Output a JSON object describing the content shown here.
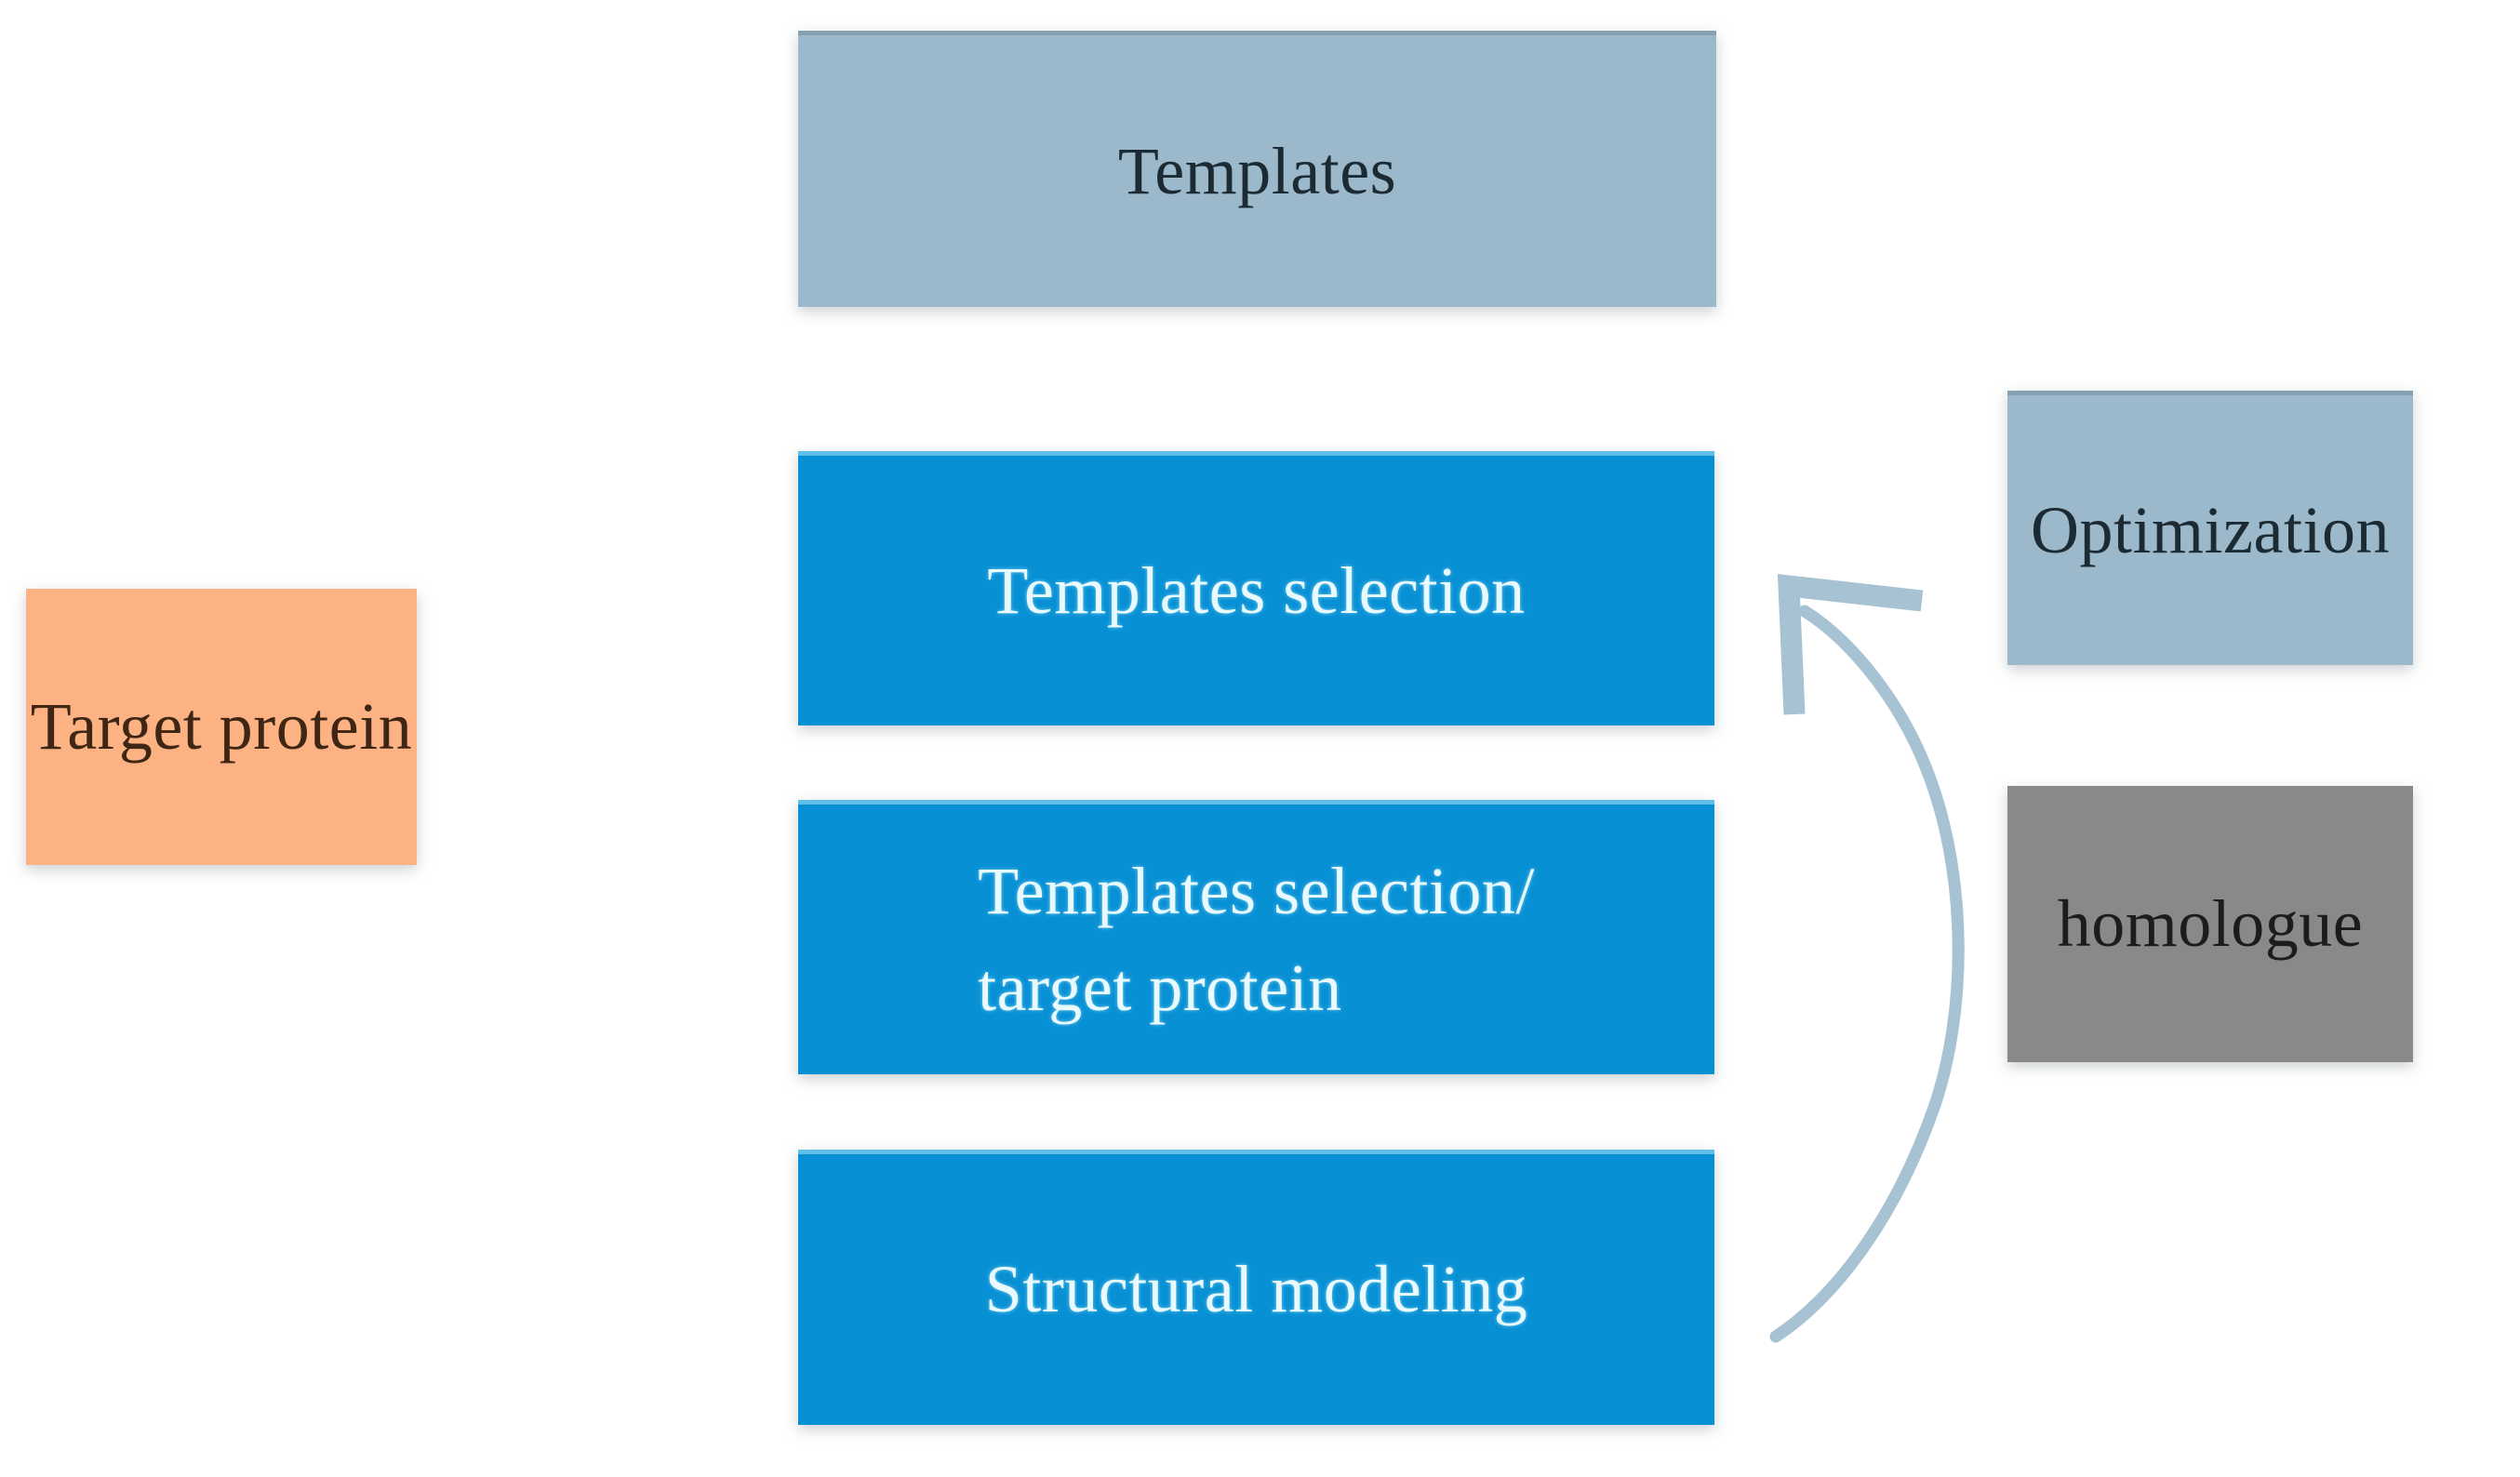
{
  "canvas": {
    "background": "#ffffff"
  },
  "boxes": {
    "templates": {
      "label": "Templates",
      "bg": "#9bb9ca",
      "text": "#1c2b33"
    },
    "target_protein": {
      "label": "Target protein",
      "bg": "#fcb283",
      "text": "#3e2514"
    },
    "templates_selection": {
      "label": "Templates selection",
      "bg": "#0890d5",
      "text": "#e8fafe"
    },
    "templates_selection_target_protein": {
      "label": "Templates selection/\ntarget protein",
      "bg": "#0890d5",
      "text": "#e8fafe"
    },
    "structural_modeling": {
      "label": "Structural modeling",
      "bg": "#0890d5",
      "text": "#e8fafe"
    },
    "optimization": {
      "label": "Optimization",
      "bg": "#9bb9ca",
      "text": "#1c2b33"
    },
    "homologue": {
      "label": "homologue",
      "bg": "#898989",
      "text": "#1c1c1c"
    }
  },
  "arrow": {
    "color": "#a6c2d3",
    "description": "curved arrow pointing up-left from Structural modeling toward Templates selection"
  }
}
